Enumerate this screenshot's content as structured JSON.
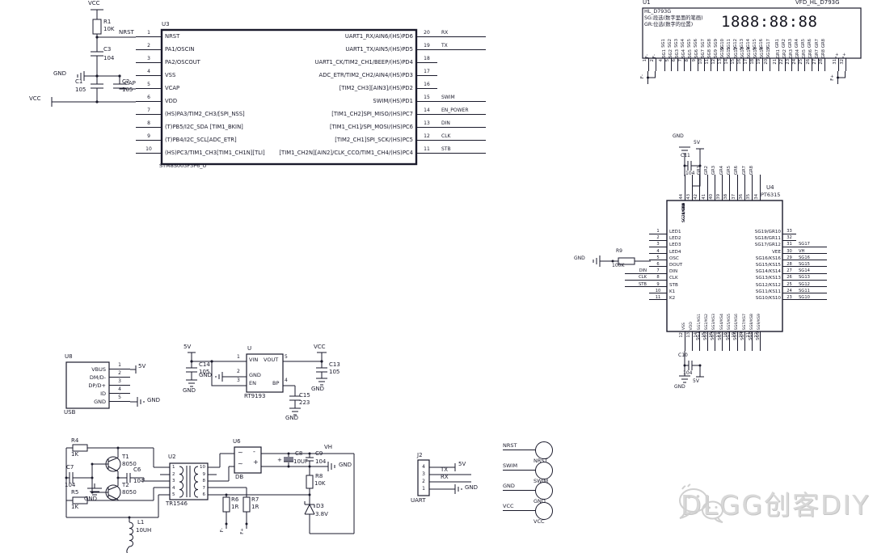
{
  "colors": {
    "ink": "#1a1a2b",
    "background": "#ffffff",
    "watermark": "#d8d8d8"
  },
  "watermark": {
    "text": "DLGG创客DIY",
    "icon": "wechat-icon"
  },
  "mcu": {
    "refdes": "U3",
    "part": "STM8S003F3P6_U",
    "left_pins": [
      {
        "num": "1",
        "name": "NRST"
      },
      {
        "num": "2",
        "name": "PA1/OSCIN"
      },
      {
        "num": "3",
        "name": "PA2/OSCOUT"
      },
      {
        "num": "4",
        "name": "VSS"
      },
      {
        "num": "5",
        "name": "VCAP"
      },
      {
        "num": "6",
        "name": "VDD"
      },
      {
        "num": "7",
        "name": "(HS)PA3/TIM2_CH3/[SPI_NSS]"
      },
      {
        "num": "8",
        "name": "(T)PB5/I2C_SDA [TIM1_BKIN]"
      },
      {
        "num": "9",
        "name": "(T)PB4/I2C_SCL[ADC_ETR]"
      },
      {
        "num": "10",
        "name": "(HS)PC3/TIM1_CH3[TIM1_CH1N][TLI]"
      }
    ],
    "right_pins": [
      {
        "num": "20",
        "name": "UART1_RX/AIN6/(HS)PD6",
        "net": "RX"
      },
      {
        "num": "19",
        "name": "UART1_TX/AIN5/(HS)PD5",
        "net": "TX"
      },
      {
        "num": "18",
        "name": "UART1_CK/TIM2_CH1/BEEP/(HS)PD4",
        "net": ""
      },
      {
        "num": "17",
        "name": "ADC_ETR/TIM2_CH2/AIN4/(HS)PD3",
        "net": ""
      },
      {
        "num": "16",
        "name": "[TIM2_CH3][AIN3]/(HS)PD2",
        "net": ""
      },
      {
        "num": "15",
        "name": "SWIM/(HS)PD1",
        "net": "SWIM"
      },
      {
        "num": "14",
        "name": "[TIM1_CH2]SPI_MISO/(HS)PC7",
        "net": "EN_POWER"
      },
      {
        "num": "13",
        "name": "[TIM1_CH1]/SPI_MOSI/(HS)PC6",
        "net": "DIN"
      },
      {
        "num": "12",
        "name": "[TIM2_CH1]SPI_SCK/(HS)PC5",
        "net": "CLK"
      },
      {
        "num": "11",
        "name": "[TIM1_CH2N][AIN2]/CLK_CCO/TIM1_CH4/(HS)PC4",
        "net": "STB"
      }
    ],
    "support": {
      "vcc_top": "VCC",
      "r1": "R1",
      "r1_val": "10K",
      "nrst": "NRST",
      "c3": "C3",
      "c3_val": "104",
      "gnd": "GND",
      "c1": "C1",
      "c1_val": "105",
      "c2": "C2",
      "c2_val": "105",
      "cap_net": "CAP",
      "vcc_left": "VCC"
    }
  },
  "vfd": {
    "refdes": "U1",
    "part": "VFD_HL_D793G",
    "notes": [
      "HL_D793G",
      "SG:段选(数字里面的笔画)",
      "GR:位选(数字的位置)"
    ],
    "display": "1888:88:88",
    "fil_left": [
      {
        "num": "1",
        "name": "F-",
        "net": ""
      },
      {
        "num": "2",
        "name": "F-",
        "net": ""
      }
    ],
    "fil_left_net": "F-",
    "sg_pins": [
      {
        "num": "4",
        "name": "SG1",
        "net": "SG1"
      },
      {
        "num": "5",
        "name": "SG2",
        "net": "SG2"
      },
      {
        "num": "6",
        "name": "SG3",
        "net": "SG3"
      },
      {
        "num": "7",
        "name": "SG4",
        "net": "SG4"
      },
      {
        "num": "8",
        "name": "SG5",
        "net": "SG5"
      },
      {
        "num": "9",
        "name": "SG6",
        "net": "SG6"
      },
      {
        "num": "10",
        "name": "SG7",
        "net": "SG7"
      },
      {
        "num": "11",
        "name": "SG8",
        "net": "SG8"
      },
      {
        "num": "12",
        "name": "SG9",
        "net": "SG9"
      },
      {
        "num": "13",
        "name": "SG10",
        "net": "SG10"
      },
      {
        "num": "14",
        "name": "SG11",
        "net": "SG11"
      },
      {
        "num": "15",
        "name": "SG12",
        "net": "SG12"
      },
      {
        "num": "16",
        "name": "SG13",
        "net": "SG13"
      },
      {
        "num": "17",
        "name": "SG14",
        "net": "SG14"
      },
      {
        "num": "18",
        "name": "SG15",
        "net": "SG15"
      },
      {
        "num": "19",
        "name": "SG16",
        "net": "SG16"
      },
      {
        "num": "20",
        "name": "SG17",
        "net": "SG17"
      }
    ],
    "gr_pins": [
      {
        "num": "21",
        "name": "GR1",
        "net": "GR1"
      },
      {
        "num": "22",
        "name": "GR2",
        "net": "GR2"
      },
      {
        "num": "23",
        "name": "GR3",
        "net": "GR3"
      },
      {
        "num": "24",
        "name": "GR4",
        "net": "GR4"
      },
      {
        "num": "25",
        "name": "GR5",
        "net": "GR5"
      },
      {
        "num": "26",
        "name": "GR6",
        "net": "GR6"
      },
      {
        "num": "27",
        "name": "GR7",
        "net": "GR7"
      },
      {
        "num": "28",
        "name": "GR8",
        "net": "GR8"
      }
    ],
    "fil_right": [
      {
        "num": "31",
        "name": "F+",
        "net": ""
      },
      {
        "num": "32",
        "name": "F+",
        "net": ""
      }
    ],
    "fil_right_net": "F+"
  },
  "driver": {
    "refdes": "U4",
    "part": "PT6315",
    "left_pins": [
      {
        "num": "1",
        "name": "LED1",
        "net": ""
      },
      {
        "num": "2",
        "name": "LED2",
        "net": ""
      },
      {
        "num": "3",
        "name": "LED3",
        "net": ""
      },
      {
        "num": "4",
        "name": "LED4",
        "net": ""
      },
      {
        "num": "5",
        "name": "OSC",
        "net": ""
      },
      {
        "num": "6",
        "name": "DOUT",
        "net": ""
      },
      {
        "num": "7",
        "name": "DIN",
        "net": "DIN"
      },
      {
        "num": "8",
        "name": "CLK",
        "net": "CLK"
      },
      {
        "num": "9",
        "name": "STB",
        "net": "STB"
      },
      {
        "num": "10",
        "name": "K1",
        "net": ""
      },
      {
        "num": "11",
        "name": "K2",
        "net": ""
      }
    ],
    "right_pins": [
      {
        "num": "33",
        "name": "SG19/GR10",
        "net": ""
      },
      {
        "num": "32",
        "name": "SG18/GR11",
        "net": ""
      },
      {
        "num": "31",
        "name": "SG17/GR12",
        "net": "SG17"
      },
      {
        "num": "30",
        "name": "VEE",
        "net": "VH"
      },
      {
        "num": "29",
        "name": "SG16/KS16",
        "net": "SG16"
      },
      {
        "num": "28",
        "name": "SG15/KS15",
        "net": "SG15"
      },
      {
        "num": "27",
        "name": "SG14/KS14",
        "net": "SG14"
      },
      {
        "num": "26",
        "name": "SG13/KS13",
        "net": "SG13"
      },
      {
        "num": "25",
        "name": "SG12/KS12",
        "net": "SG12"
      },
      {
        "num": "24",
        "name": "SG11/KS11",
        "net": "SG11"
      },
      {
        "num": "23",
        "name": "SG10/KS10",
        "net": "SG10"
      }
    ],
    "top_pins": [
      {
        "num": "44",
        "name": "VSS",
        "net": ""
      },
      {
        "num": "43",
        "name": "VDD",
        "net": ""
      },
      {
        "num": "42",
        "name": "GR1",
        "net": "GR1"
      },
      {
        "num": "41",
        "name": "GR2",
        "net": "GR2"
      },
      {
        "num": "40",
        "name": "GR3",
        "net": "GR3"
      },
      {
        "num": "39",
        "name": "GR4",
        "net": "GR4"
      },
      {
        "num": "38",
        "name": "SG24/GR5",
        "net": "GR5"
      },
      {
        "num": "37",
        "name": "SG23/GR6",
        "net": "GR6"
      },
      {
        "num": "36",
        "name": "SG22/GR7",
        "net": "GR7"
      },
      {
        "num": "35",
        "name": "SG21/GR8",
        "net": "GR8"
      },
      {
        "num": "34",
        "name": "SG20/GR9",
        "net": ""
      }
    ],
    "bottom_pins": [
      {
        "num": "12",
        "name": "VSS",
        "net": ""
      },
      {
        "num": "13",
        "name": "VDD",
        "net": ""
      },
      {
        "num": "14",
        "name": "SG1/KS1",
        "net": "SG1"
      },
      {
        "num": "15",
        "name": "SG2/KS2",
        "net": "SG2"
      },
      {
        "num": "16",
        "name": "SG3/KS3",
        "net": "SG3"
      },
      {
        "num": "17",
        "name": "SG4/KS4",
        "net": "SG4"
      },
      {
        "num": "18",
        "name": "SG5/KS5",
        "net": "SG5"
      },
      {
        "num": "19",
        "name": "SG6/KS6",
        "net": "SG6"
      },
      {
        "num": "20",
        "name": "SG7/KS7",
        "net": "SG7"
      },
      {
        "num": "21",
        "name": "SG8/KS8",
        "net": "SG8"
      },
      {
        "num": "22",
        "name": "SG9/KS9",
        "net": "SG9"
      }
    ],
    "r9": "R9",
    "r9_val": "100K",
    "gnd_left": "GND",
    "gnd_top": "GND",
    "v5_top": "5V",
    "c11": "C11",
    "c11_val": "104",
    "gnd_bot": "GND",
    "v5_bot": "5V",
    "c10": "C10",
    "c10_val": "104"
  },
  "usb": {
    "refdes": "U8",
    "part": "USB",
    "v5": "5V",
    "gnd": "GND",
    "pins": [
      {
        "num": "1",
        "name": "VBUS"
      },
      {
        "num": "2",
        "name": "DM/D-"
      },
      {
        "num": "3",
        "name": "DP/D+"
      },
      {
        "num": "4",
        "name": "ID"
      },
      {
        "num": "5",
        "name": "GND"
      }
    ]
  },
  "regulator": {
    "refdes": "U",
    "part": "RT9193",
    "vin": "VIN",
    "vout": "VOUT",
    "gnd_pin": "GND",
    "en": "EN",
    "bp": "BP",
    "n1": "1",
    "n2": "2",
    "n3": "3",
    "n4": "4",
    "n5": "5",
    "v5": "5V",
    "c14": "C14",
    "c14_val": "105",
    "gnd1": "GND",
    "gnd2": "GND",
    "vcc": "VCC",
    "c13": "C13",
    "c13_val": "105",
    "gnd3": "GND",
    "c15": "C15",
    "c15_val": "223",
    "gnd4": "GND"
  },
  "inverter": {
    "r4": "R4",
    "r4_val": "1K",
    "c7": "C7",
    "c7_val": "104",
    "r5": "R5",
    "r5_val": "1K",
    "t1": "T1",
    "t1_val": "8050",
    "t2": "T2",
    "t2_val": "8050",
    "gnd_mid": "GND",
    "c6": "C6",
    "c6_val": "104",
    "xfmr_refdes": "U2",
    "xfmr_part": "TR1546",
    "xfmr_left": [
      "1",
      "2",
      "3",
      "4",
      "5"
    ],
    "xfmr_right": [
      "10",
      "9",
      "8",
      "7",
      "6"
    ],
    "l1": "L1",
    "l1_val": "10UH",
    "bridge_refdes": "U6",
    "bridge_part": "DB",
    "bridge_in1": "~",
    "bridge_in2": "~",
    "bridge_neg": "-",
    "bridge_pos": "+",
    "c8": "C8",
    "c8_val": "10UF",
    "c8_plus": "+",
    "c9": "C9",
    "c9_val": "104",
    "vh": "VH",
    "gnd_right": "GND",
    "r8": "R8",
    "r8_val": "10K",
    "d3": "D3",
    "d3_val": "3.8V",
    "r6": "R6",
    "r6_val": "1R",
    "r7": "R7",
    "r7_val": "1R",
    "fneg": "F-",
    "fpos": "F+"
  },
  "uart": {
    "refdes": "J2",
    "part": "UART",
    "pins": [
      "4",
      "3",
      "2",
      "1"
    ],
    "v5": "5V",
    "tx": "TX",
    "rx": "RX",
    "gnd": "GND"
  },
  "testpoints": [
    {
      "net": "NRST",
      "label": "NRST"
    },
    {
      "net": "SWIM",
      "label": "SWIM"
    },
    {
      "net": "GND",
      "label": "GND"
    },
    {
      "net": "VCC",
      "label": "VCC"
    }
  ]
}
